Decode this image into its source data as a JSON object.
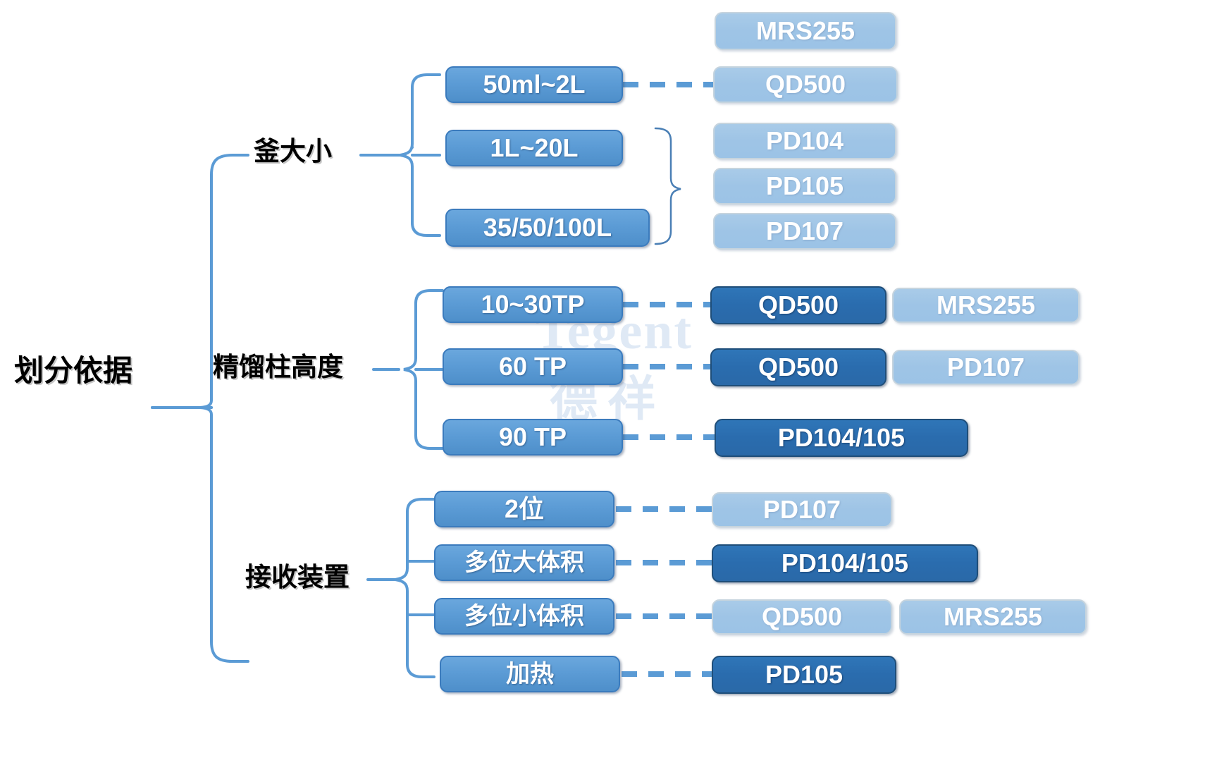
{
  "diagram": {
    "title": "划分依据",
    "watermark": {
      "brand": "Tegent",
      "brand_cn": "德祥"
    },
    "colors": {
      "mid_blue": "#5b9bd5",
      "dark_blue": "#2a6cae",
      "light_blue": "#9ec4e6",
      "connector": "#5b9bd5",
      "text_dark": "#000000",
      "text_light": "#ffffff"
    },
    "root": {
      "label": "划分依据"
    },
    "branches": [
      {
        "id": "pot-size",
        "label": "釜大小",
        "children": [
          {
            "label": "50ml~2L",
            "products": [
              {
                "label": "MRS255",
                "style": "light"
              },
              {
                "label": "QD500",
                "style": "light"
              }
            ]
          },
          {
            "label": "1L~20L",
            "products": [
              {
                "label": "PD104",
                "style": "light"
              },
              {
                "label": "PD105",
                "style": "light"
              },
              {
                "label": "PD107",
                "style": "light"
              }
            ]
          },
          {
            "label": "35/50/100L",
            "products": []
          }
        ]
      },
      {
        "id": "column-height",
        "label": "精馏柱高度",
        "children": [
          {
            "label": "10~30TP",
            "products": [
              {
                "label": "QD500",
                "style": "dark"
              },
              {
                "label": "MRS255",
                "style": "light"
              }
            ]
          },
          {
            "label": "60 TP",
            "products": [
              {
                "label": "QD500",
                "style": "dark"
              },
              {
                "label": "PD107",
                "style": "light"
              }
            ]
          },
          {
            "label": "90 TP",
            "products": [
              {
                "label": "PD104/105",
                "style": "dark"
              }
            ]
          }
        ]
      },
      {
        "id": "receiver",
        "label": "接收装置",
        "children": [
          {
            "label": "2位",
            "products": [
              {
                "label": "PD107",
                "style": "light"
              }
            ]
          },
          {
            "label": "多位大体积",
            "products": [
              {
                "label": "PD104/105",
                "style": "dark"
              }
            ]
          },
          {
            "label": "多位小体积",
            "products": [
              {
                "label": "QD500",
                "style": "light"
              },
              {
                "label": "MRS255",
                "style": "light"
              }
            ]
          },
          {
            "label": "加热",
            "products": [
              {
                "label": "PD105",
                "style": "dark"
              }
            ]
          }
        ]
      }
    ],
    "nodes": {
      "n_50ml": "50ml~2L",
      "n_1l20l": "1L~20L",
      "n_3550100": "35/50/100L",
      "n_1030tp": "10~30TP",
      "n_60tp": "60 TP",
      "n_90tp": "90 TP",
      "n_2wei": "2位",
      "n_duoweida": "多位大体积",
      "n_duoweixiao": "多位小体积",
      "n_jiare": "加热",
      "p_mrs255_a": "MRS255",
      "p_qd500_a": "QD500",
      "p_pd104_a": "PD104",
      "p_pd105_a": "PD105",
      "p_pd107_a": "PD107",
      "p_qd500_b": "QD500",
      "p_mrs255_b": "MRS255",
      "p_qd500_c": "QD500",
      "p_pd107_b": "PD107",
      "p_pd104105_a": "PD104/105",
      "p_pd107_c": "PD107",
      "p_pd104105_b": "PD104/105",
      "p_qd500_d": "QD500",
      "p_mrs255_c": "MRS255",
      "p_pd105_b": "PD105"
    },
    "branch_labels": {
      "b1": "釜大小",
      "b2": "精馏柱高度",
      "b3": "接收装置"
    }
  }
}
